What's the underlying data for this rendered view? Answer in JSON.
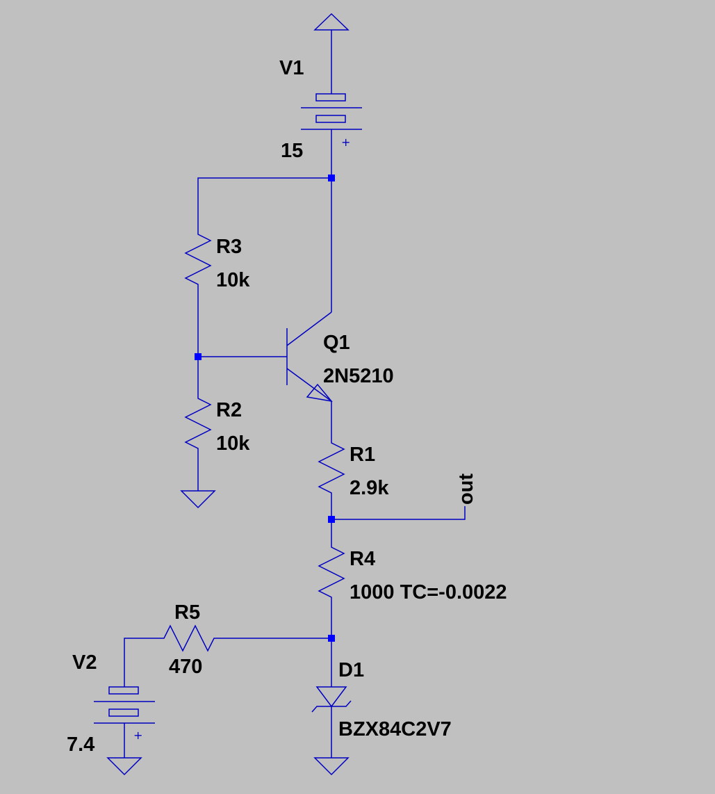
{
  "colors": {
    "background": "#c0c0c0",
    "wire": "#0000c0",
    "junction": "#0000ff",
    "text": "#000000"
  },
  "components": {
    "V1": {
      "name": "V1",
      "value": "15"
    },
    "V2": {
      "name": "V2",
      "value": "7.4"
    },
    "R1": {
      "name": "R1",
      "value": "2.9k"
    },
    "R2": {
      "name": "R2",
      "value": "10k"
    },
    "R3": {
      "name": "R3",
      "value": "10k"
    },
    "R4": {
      "name": "R4",
      "value": "1000 TC=-0.0022"
    },
    "R5": {
      "name": "R5",
      "value": "470"
    },
    "Q1": {
      "name": "Q1",
      "value": "2N5210"
    },
    "D1": {
      "name": "D1",
      "value": "BZX84C2V7"
    }
  },
  "net_labels": {
    "out": "out"
  },
  "polarity": {
    "plus": "+"
  }
}
